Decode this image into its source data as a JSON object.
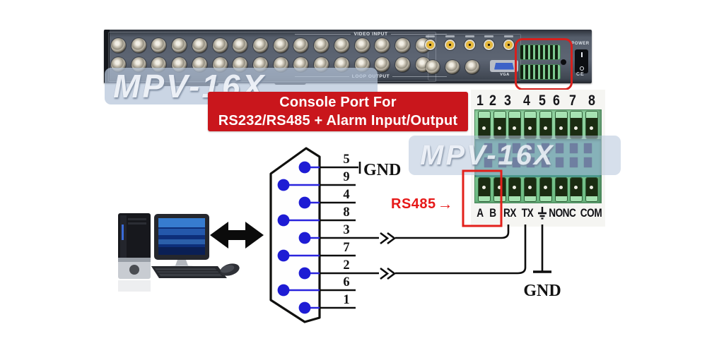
{
  "panel": {
    "video_input": "VIDEO INPUT",
    "loop_output": "LOOP OUTPUT",
    "vga": "VGA",
    "power": "POWER",
    "ce": "CE"
  },
  "watermark_text": "MPV-16X",
  "banner": {
    "line1": "Console Port For",
    "line2": "RS232/RS485 + Alarm Input/Output"
  },
  "db9": {
    "pin_numbers": [
      "5",
      "9",
      "4",
      "8",
      "3",
      "7",
      "2",
      "6",
      "1"
    ],
    "gnd": "GND"
  },
  "rs485": {
    "label": "RS485",
    "arrow": "→"
  },
  "terminal": {
    "numbers": [
      "1",
      "2",
      "3",
      "4",
      "5",
      "6",
      "7",
      "8"
    ],
    "a": "A",
    "b": "B",
    "rx": "RX",
    "tx": "TX",
    "no": "NO",
    "nc": "NC",
    "com": "COM",
    "gnd": "GND"
  },
  "colors": {
    "banner_red": "#c9161c",
    "highlight_red": "#e3201b",
    "pin_blue": "#1e1cd4",
    "terminal_green": "#7cc88f",
    "watermark_bg": "#b5c5da"
  }
}
